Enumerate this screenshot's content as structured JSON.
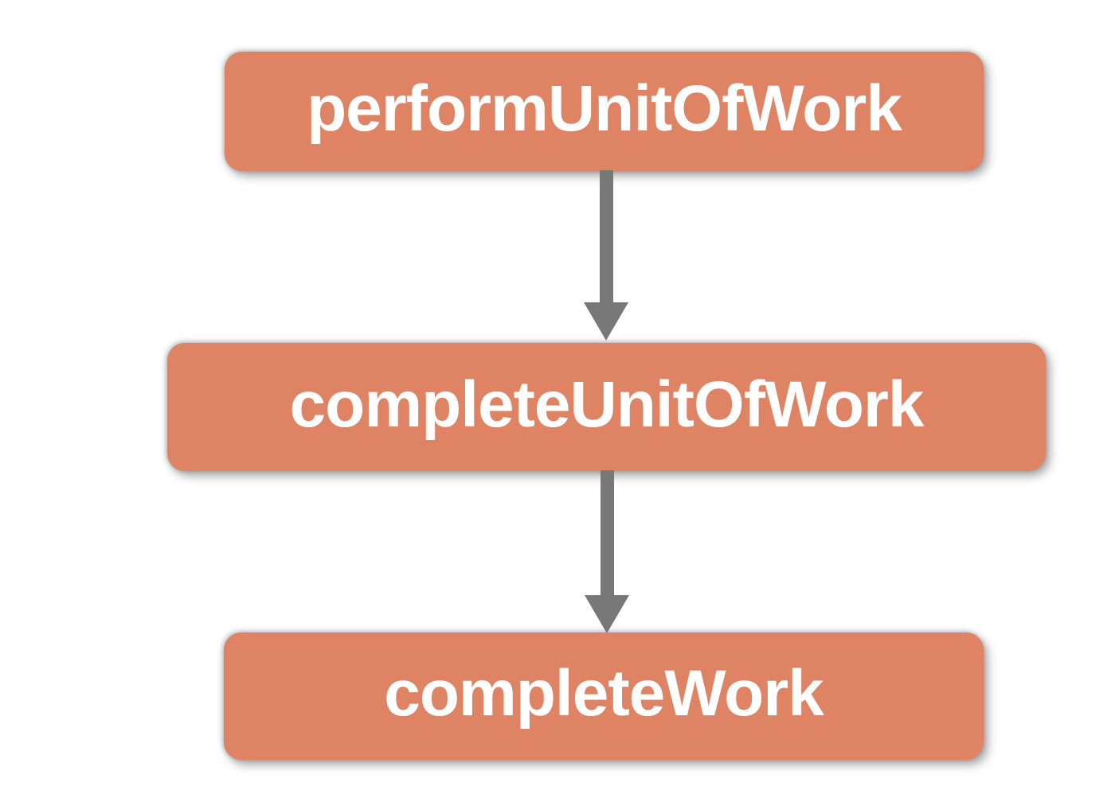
{
  "diagram": {
    "type": "flowchart",
    "direction": "top-down",
    "nodes": [
      {
        "id": "performUnitOfWork",
        "label": "performUnitOfWork"
      },
      {
        "id": "completeUnitOfWork",
        "label": "completeUnitOfWork"
      },
      {
        "id": "completeWork",
        "label": "completeWork"
      }
    ],
    "edges": [
      {
        "from": "performUnitOfWork",
        "to": "completeUnitOfWork"
      },
      {
        "from": "completeUnitOfWork",
        "to": "completeWork"
      }
    ],
    "colors": {
      "node_fill": "#de8464",
      "node_text": "#ffffff",
      "arrow": "#787878",
      "background": "#ffffff"
    }
  }
}
